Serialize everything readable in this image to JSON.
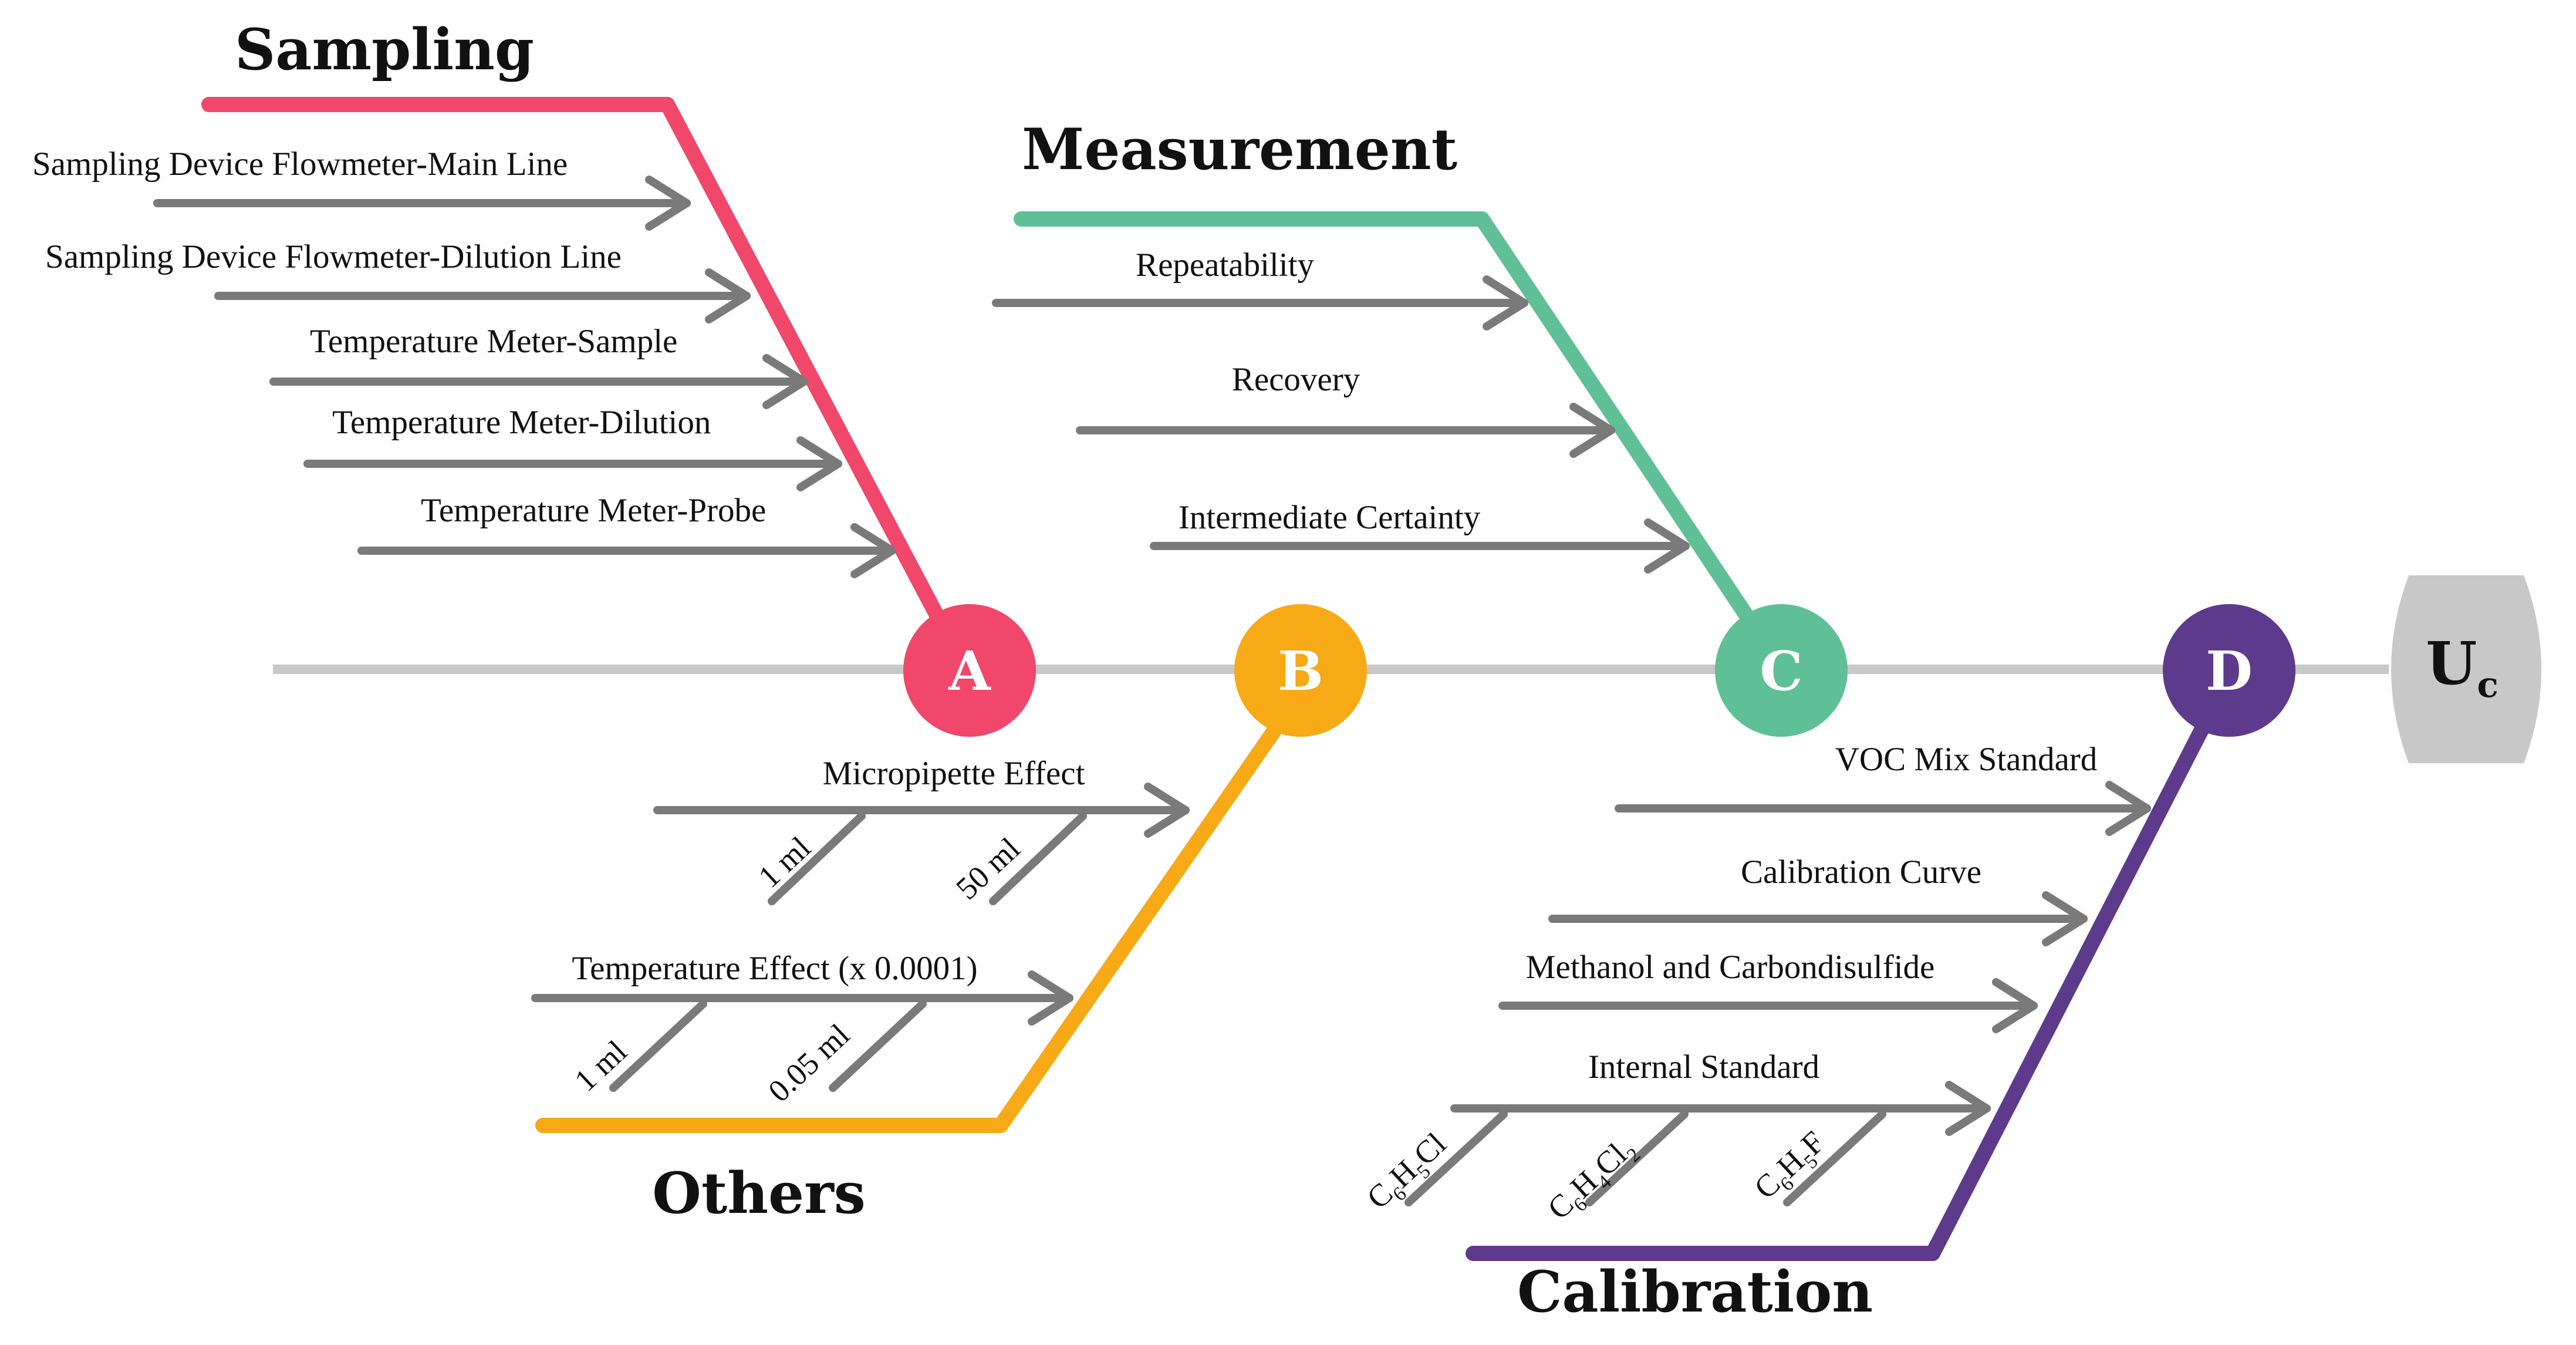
{
  "colors": {
    "sampling": "#f0476a",
    "others": "#f7a916",
    "measurement": "#5fbf96",
    "calibration": "#5e3a8c",
    "spine": "#c8c8c8",
    "branch": "#7a7a7a",
    "effect_box": "#c8c8c8"
  },
  "effect": {
    "main": "U",
    "sub": "c"
  },
  "causes": {
    "sampling": {
      "title": "Sampling",
      "node": "A",
      "branches": [
        "Sampling Device Flowmeter-Main Line",
        "Sampling Device Flowmeter-Dilution Line",
        "Temperature Meter-Sample",
        "Temperature Meter-Dilution",
        "Temperature Meter-Probe"
      ]
    },
    "others": {
      "title": "Others",
      "node": "B",
      "branches": [
        {
          "label": "Micropipette Effect",
          "subs": [
            "1 ml",
            "50 ml"
          ]
        },
        {
          "label": "Temperature Effect (x 0.0001)",
          "subs": [
            "1 ml",
            "0.05 ml"
          ]
        }
      ]
    },
    "measurement": {
      "title": "Measurement",
      "node": "C",
      "branches": [
        "Repeatability",
        "Recovery",
        "Intermediate Certainty"
      ]
    },
    "calibration": {
      "title": "Calibration",
      "node": "D",
      "branches": [
        "VOC Mix Standard",
        "Calibration Curve",
        "Methanol and Carbondisulfide",
        {
          "label": "Internal Standard",
          "subs": [
            "C6H5Cl",
            "C6H4Cl2",
            "C6H5F"
          ]
        }
      ]
    }
  }
}
